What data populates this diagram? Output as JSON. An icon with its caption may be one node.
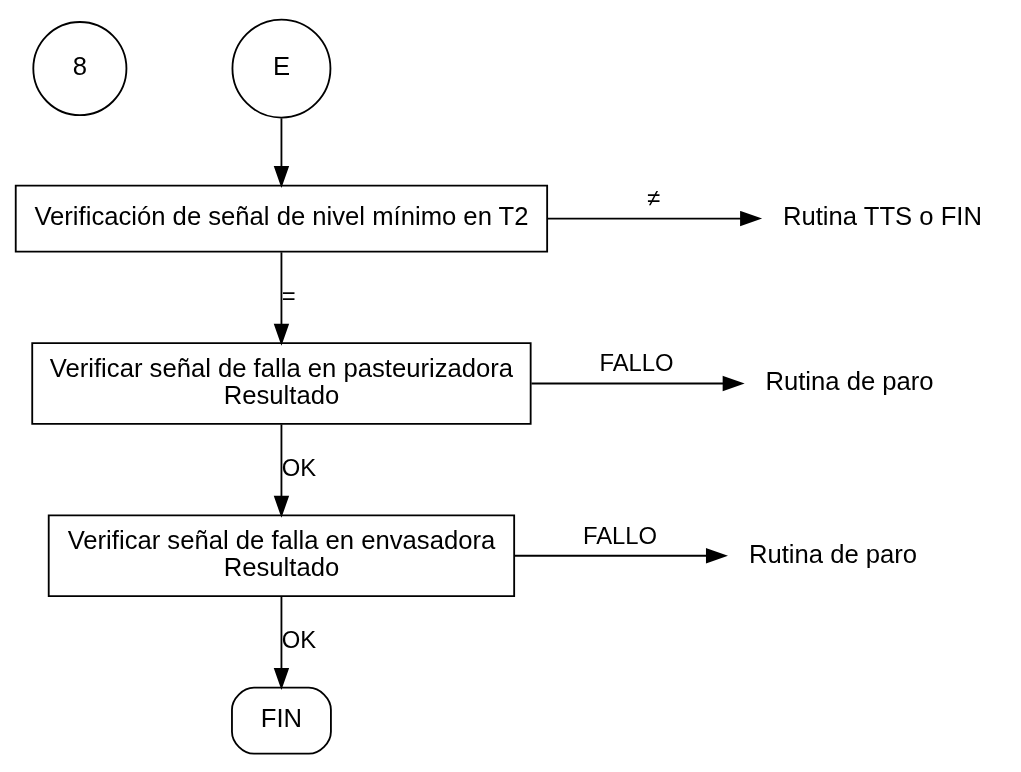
{
  "diagram": {
    "nodes": [
      {
        "text": [
          "8"
        ]
      },
      {
        "text": [
          "E"
        ]
      },
      {
        "text": [
          "Verificación de señal de nivel mínimo en T2"
        ]
      },
      {
        "text": [
          "Rutina TTS o FIN"
        ]
      },
      {
        "text": [
          "Verificar señal de falla en pasteurizadora",
          "Resultado"
        ]
      },
      {
        "text": [
          "Rutina de paro"
        ]
      },
      {
        "text": [
          "Verificar señal de falla en envasadora",
          "Resultado"
        ]
      },
      {
        "text": [
          "Rutina de paro"
        ]
      },
      {
        "text": [
          "FIN"
        ]
      }
    ],
    "edges": [
      {
        "from": 1,
        "to": 2,
        "arrow": "to"
      },
      {
        "from": 2,
        "to": 3,
        "arrow": "to",
        "label": "≠"
      },
      {
        "from": 2,
        "to": 4,
        "arrow": "to",
        "label": "="
      },
      {
        "from": 4,
        "to": 5,
        "arrow": "to",
        "label": "FALLO"
      },
      {
        "from": 4,
        "to": 6,
        "arrow": "to",
        "label": "OK"
      },
      {
        "from": 6,
        "to": 7,
        "arrow": "to",
        "label": "FALLO"
      },
      {
        "from": 6,
        "to": 8,
        "arrow": "to",
        "label": "OK"
      }
    ]
  }
}
